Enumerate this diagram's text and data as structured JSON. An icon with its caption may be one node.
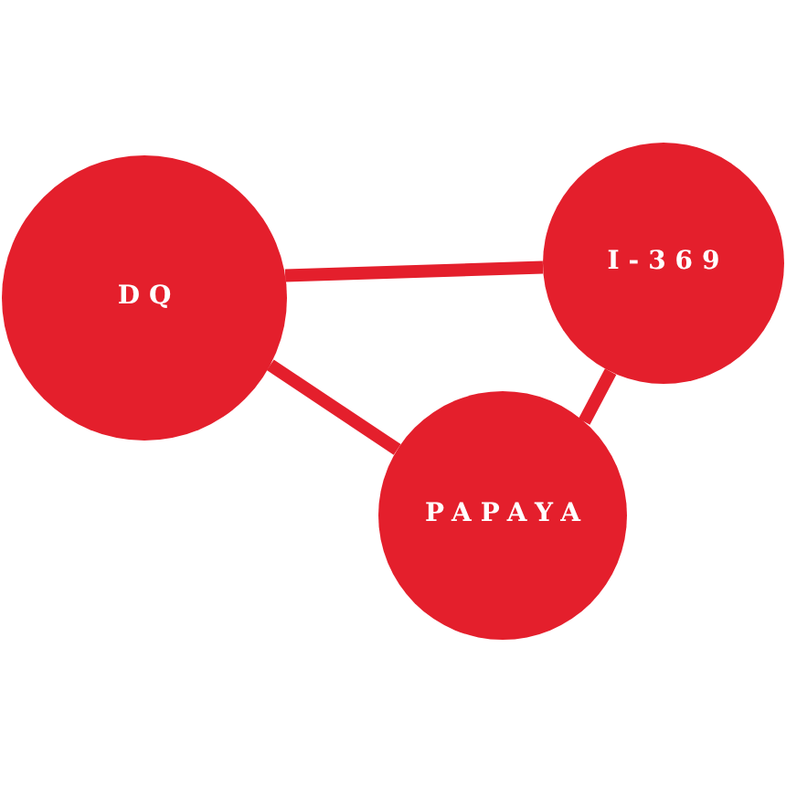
{
  "diagram": {
    "nodes": [
      {
        "text": [
          "DQ"
        ]
      },
      {
        "text": [
          "I-369"
        ]
      },
      {
        "text": [
          "PAPAYA"
        ]
      }
    ],
    "edges": [
      {
        "from": 0,
        "to": 1,
        "arrow": "none"
      },
      {
        "from": 0,
        "to": 2,
        "arrow": "none"
      },
      {
        "from": 1,
        "to": 2,
        "arrow": "none"
      }
    ]
  }
}
